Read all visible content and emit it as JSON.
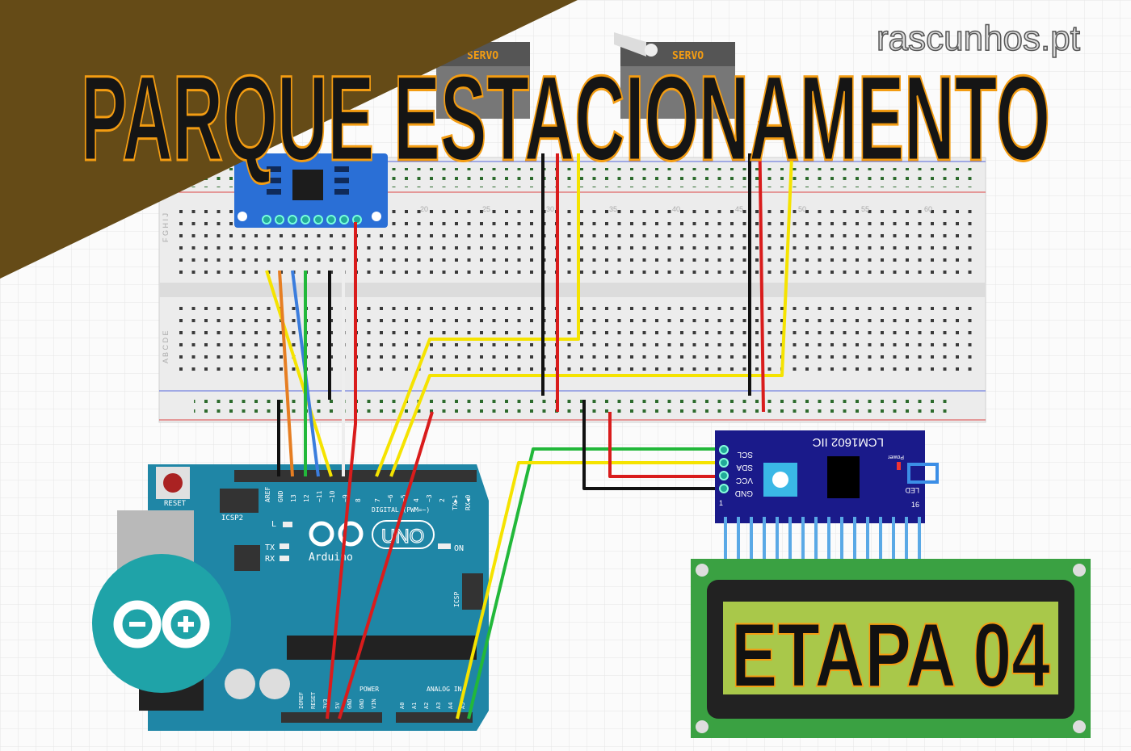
{
  "title": "PARQUE ESTACIONAMENTO",
  "watermark": "rascunhos.pt",
  "stage": "ETAPA 04",
  "servos": [
    {
      "label": "SERVO"
    },
    {
      "label": "SERVO"
    }
  ],
  "breadboard": {
    "column_numbers": [
      "20",
      "25",
      "30",
      "35",
      "40",
      "45",
      "50",
      "55",
      "60"
    ],
    "row_letters_top": "F G H I J",
    "row_letters_bottom": "A B C D E"
  },
  "arduino": {
    "reset": "RESET",
    "icsp2": "ICSP2",
    "icsp": "ICSP",
    "digital_pins": [
      "AREF",
      "GND",
      "13",
      "12",
      "~11",
      "~10",
      "~9",
      "8",
      "7",
      "~6",
      "~5",
      "4",
      "~3",
      "2",
      "TX▶1",
      "RX◀0"
    ],
    "digital_label": "DIGITAL (PWM=~)",
    "led_l": "L",
    "led_tx": "TX",
    "led_rx": "RX",
    "led_on": "ON",
    "model": "UNO",
    "brand": "Arduino",
    "power_label": "POWER",
    "analog_label": "ANALOG IN",
    "power_pins": [
      "IOREF",
      "RESET",
      "3V3",
      "5V",
      "GND",
      "GND",
      "VIN"
    ],
    "analog_pins": [
      "A0",
      "A1",
      "A2",
      "A3",
      "A4",
      "A5"
    ]
  },
  "i2c_module": {
    "title": "LCM1602 IIC",
    "pins": [
      "SCL",
      "SDA",
      "VCC",
      "GND"
    ],
    "power": "Power",
    "led": "LED",
    "pin_first": "1",
    "pin_last": "16"
  },
  "colors": {
    "banner": "#654b17",
    "accent": "#f39c12",
    "arduino": "#1f86a6",
    "lcd_board": "#3aa142",
    "lcd_screen": "#a9c84a",
    "module": "#1a1a8a"
  }
}
